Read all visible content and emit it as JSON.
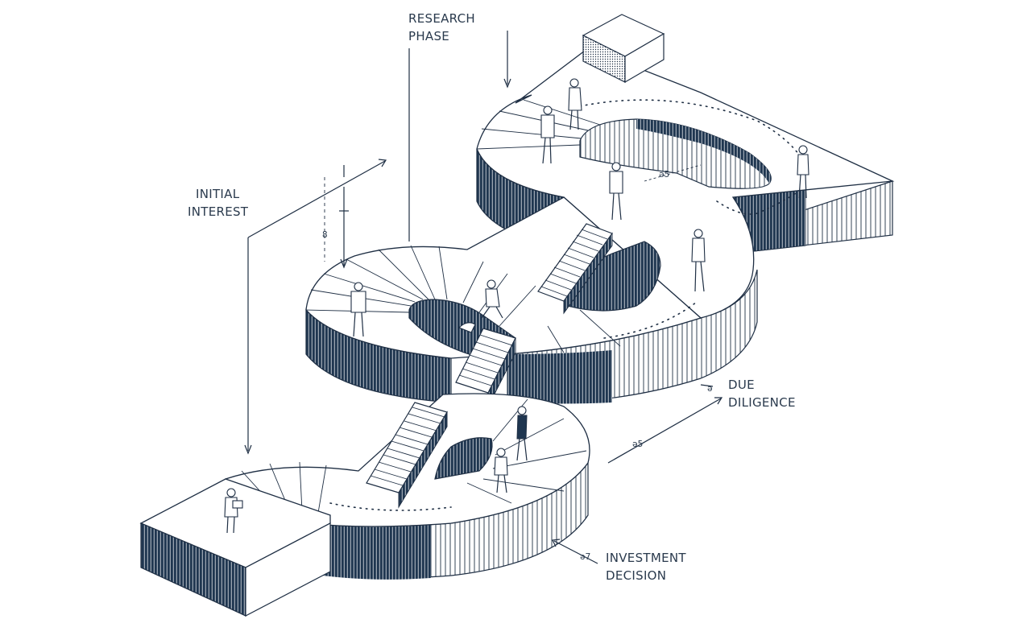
{
  "labels": {
    "research_phase": [
      "RESEARCH",
      "PHASE"
    ],
    "initial_interest": [
      "INITIAL",
      "INTEREST"
    ],
    "due_diligence": [
      "DUE",
      "DILIGENCE"
    ],
    "investment_decision": [
      "INVESTMENT",
      "DECISION"
    ]
  },
  "annotations": {
    "top": "ə5",
    "left": "8",
    "due": "ə",
    "mid": "ə5",
    "bottom": "ə7"
  },
  "colors": {
    "ink": "#1f2f44",
    "dark_wall": "#1f3650",
    "label": "#2a3a4d",
    "paper": "#ffffff"
  }
}
